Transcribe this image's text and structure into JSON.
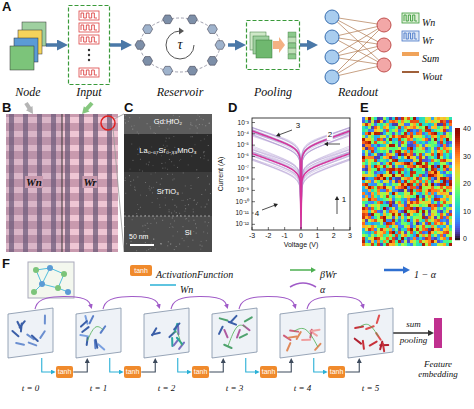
{
  "diagram": {
    "nodes": [
      {
        "text": [
          "Node"
        ]
      },
      {
        "text": [
          "Input"
        ]
      },
      {
        "text": [
          "Reservoir",
          "τ"
        ]
      },
      {
        "text": [
          "Pooling"
        ]
      },
      {
        "text": [
          "Readout"
        ]
      },
      {
        "text": [
          "t = 0"
        ]
      },
      {
        "text": [
          "t = 1"
        ]
      },
      {
        "text": [
          "t = 2"
        ]
      },
      {
        "text": [
          "t = 3"
        ]
      },
      {
        "text": [
          "t = 4"
        ]
      },
      {
        "text": [
          "t = 5"
        ]
      },
      {
        "text": [
          "tanh"
        ]
      },
      {
        "text": [
          "tanh"
        ]
      },
      {
        "text": [
          "tanh"
        ]
      },
      {
        "text": [
          "tanh"
        ]
      },
      {
        "text": [
          "tanh"
        ]
      },
      {
        "text": [
          "Feature embedding"
        ]
      }
    ],
    "edges": [
      {
        "from": 0,
        "to": 1,
        "arrow": "to"
      },
      {
        "from": 1,
        "to": 2,
        "arrow": "to"
      },
      {
        "from": 2,
        "to": 3,
        "arrow": "to"
      },
      {
        "from": 3,
        "to": 4,
        "arrow": "to"
      },
      {
        "from": 5,
        "to": 11,
        "arrow": "to"
      },
      {
        "from": 11,
        "to": 6,
        "arrow": "to"
      },
      {
        "from": 5,
        "to": 6,
        "arrow": "to"
      },
      {
        "from": 6,
        "to": 12,
        "arrow": "to"
      },
      {
        "from": 12,
        "to": 7,
        "arrow": "to"
      },
      {
        "from": 6,
        "to": 7,
        "arrow": "to"
      },
      {
        "from": 7,
        "to": 13,
        "arrow": "to"
      },
      {
        "from": 13,
        "to": 8,
        "arrow": "to"
      },
      {
        "from": 7,
        "to": 8,
        "arrow": "to"
      },
      {
        "from": 8,
        "to": 14,
        "arrow": "to"
      },
      {
        "from": 14,
        "to": 9,
        "arrow": "to"
      },
      {
        "from": 8,
        "to": 9,
        "arrow": "to"
      },
      {
        "from": 9,
        "to": 15,
        "arrow": "to"
      },
      {
        "from": 15,
        "to": 10,
        "arrow": "to"
      },
      {
        "from": 9,
        "to": 10,
        "arrow": "to"
      },
      {
        "from": 10,
        "to": 16,
        "arrow": "to"
      }
    ],
    "labels": [
      "A",
      "B",
      "C",
      "D",
      "E",
      "F",
      "Wn",
      "Wr",
      "Gd:HfO₂",
      "La₀.₆₇Sr₀.₃₃MnO₃",
      "SrTiO₃",
      "Si",
      "50 nm",
      "Current (A)",
      "Voltage (V)",
      "10⁻³",
      "10⁻⁴",
      "10⁻⁵",
      "10⁻⁶",
      "10⁻⁷",
      "10⁻⁸",
      "10⁻⁹",
      "10⁻¹⁰",
      "10⁻¹¹",
      "10⁻¹²",
      "-3",
      "-2",
      "-1",
      "0",
      "1",
      "2",
      "3",
      "1",
      "2",
      "3",
      "4",
      "0",
      "10",
      "20",
      "30",
      "40",
      "tanh",
      "sum",
      "pooling"
    ],
    "legend": [
      {
        "text": "Wn"
      },
      {
        "text": "Wr"
      },
      {
        "text": "Sum"
      },
      {
        "text": "Wout"
      },
      {
        "text": "ActivationFunction"
      },
      {
        "text": "Wn"
      },
      {
        "text": "βWr"
      },
      {
        "text": "α"
      },
      {
        "text": "1 − α"
      }
    ]
  }
}
